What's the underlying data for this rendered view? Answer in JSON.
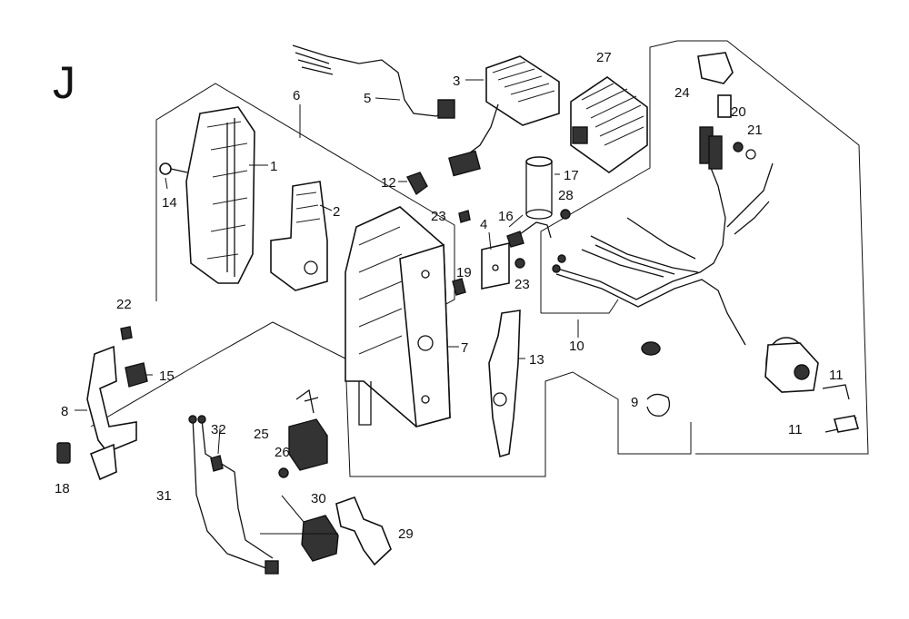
{
  "section_letter": "J",
  "callouts": [
    "1",
    "2",
    "3",
    "4",
    "5",
    "6",
    "7",
    "8",
    "9",
    "10",
    "11",
    "11",
    "12",
    "13",
    "14",
    "15",
    "16",
    "17",
    "18",
    "19",
    "20",
    "21",
    "22",
    "23",
    "23",
    "24",
    "25",
    "26",
    "27",
    "28",
    "29",
    "30",
    "31",
    "32"
  ]
}
